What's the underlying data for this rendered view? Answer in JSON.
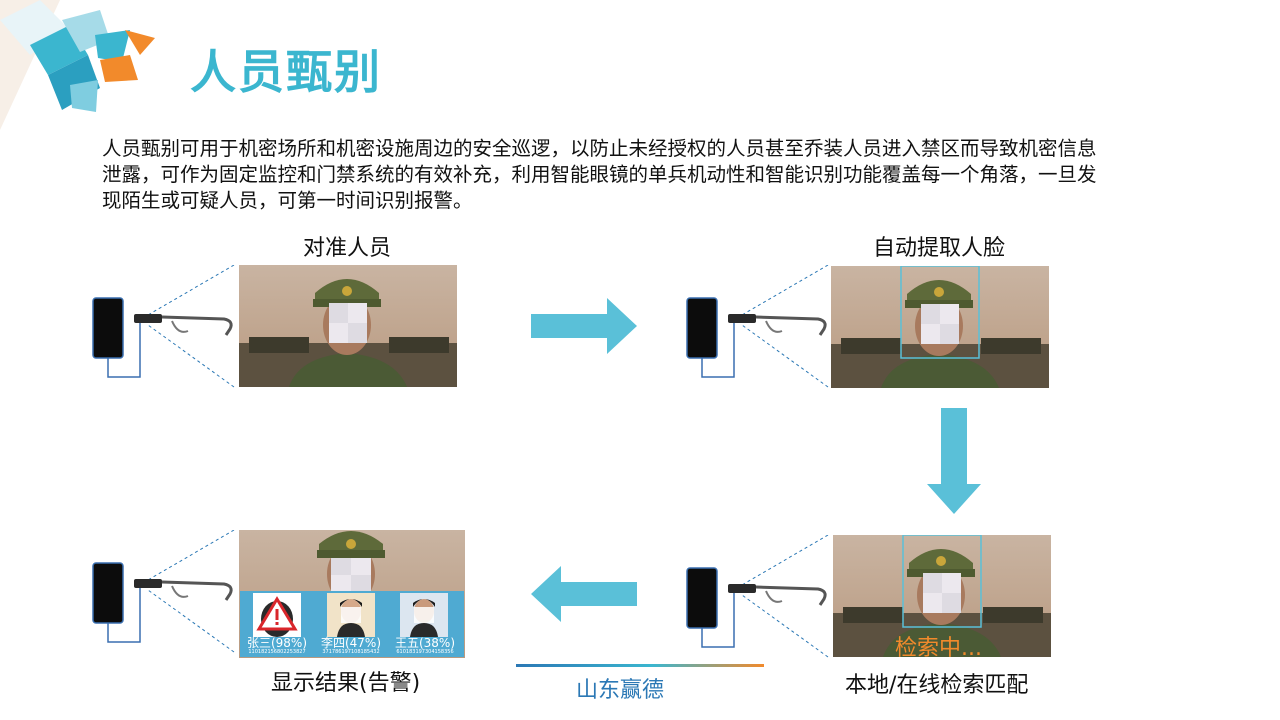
{
  "title": "人员甄别",
  "intro": "人员甄别可用于机密场所和机密设施周边的安全巡逻，以防止未经授权的人员甚至乔装人员进入禁区而导致机密信息泄露，可作为固定监控和门禁系统的有效补充，利用智能眼镜的单兵机动性和智能识别功能覆盖每一个角落，一旦发现陌生或可疑人员，可第一时间识别报警。",
  "steps": {
    "aim": "对准人员",
    "extract": "自动提取人脸",
    "search": "本地/在线检索匹配",
    "result": "显示结果(告警)"
  },
  "search_status": "检索中...",
  "results": [
    {
      "name": "张三(98%)",
      "id": "110182156802253827",
      "alert": true
    },
    {
      "name": "李四(47%)",
      "id": "371786197108185432",
      "alert": false
    },
    {
      "name": "王五(38%)",
      "id": "610183197304158356",
      "alert": false
    }
  ],
  "footer": "山东赢德",
  "colors": {
    "accent": "#3bb6cf",
    "arrow": "#5ac0d8",
    "orange": "#f28a2b",
    "brand_blue": "#2b78b5",
    "alert_red": "#d9262b"
  },
  "icons": [
    "logo-mark",
    "phone-icon",
    "smart-glasses-icon",
    "warning-icon",
    "face-avatar-icon"
  ]
}
